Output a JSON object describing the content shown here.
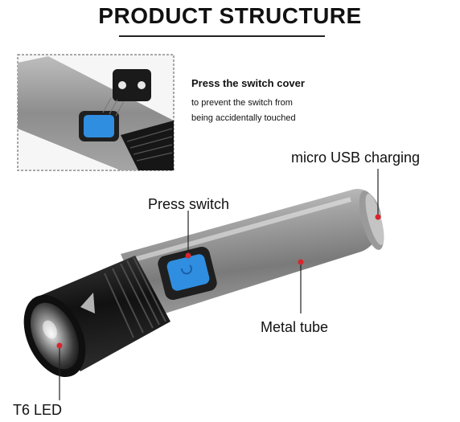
{
  "title": "PRODUCT STRUCTURE",
  "inset": {
    "heading": "Press the switch cover",
    "line1": "to prevent the switch from",
    "line2": "being accidentally touched"
  },
  "labels": {
    "usb": "micro  USB charging",
    "switch": "Press switch",
    "tube": "Metal tube",
    "led": "T6 LED"
  },
  "colors": {
    "accent_blue": "#2f8ee0",
    "label_dot": "#d8262e",
    "metal": "#8e8e8e",
    "head": "#151515"
  }
}
